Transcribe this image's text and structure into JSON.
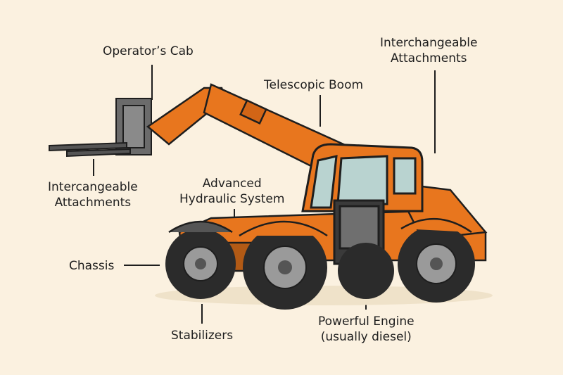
{
  "diagram": {
    "labels": {
      "operators_cab": "Operator’s Cab",
      "telescopic_boom": "Telescopic Boom",
      "interchangeable_attachments_right": [
        "Interchangeable",
        "Attachments"
      ],
      "interchangeable_attachments_left": [
        "Intercangeable",
        "Attachments"
      ],
      "hydraulic_system": [
        "Advanced",
        "Hydraulic System"
      ],
      "chassis": "Chassis",
      "stabilizers": "Stabilizers",
      "engine": [
        "Powerful Engine",
        "(usually diesel)"
      ]
    },
    "colors": {
      "background": "#fbf1e0",
      "body": "#e8761e",
      "tire": "#2b2b2b",
      "glass": "#b9d3d0",
      "outline": "#1e1e1e"
    }
  }
}
